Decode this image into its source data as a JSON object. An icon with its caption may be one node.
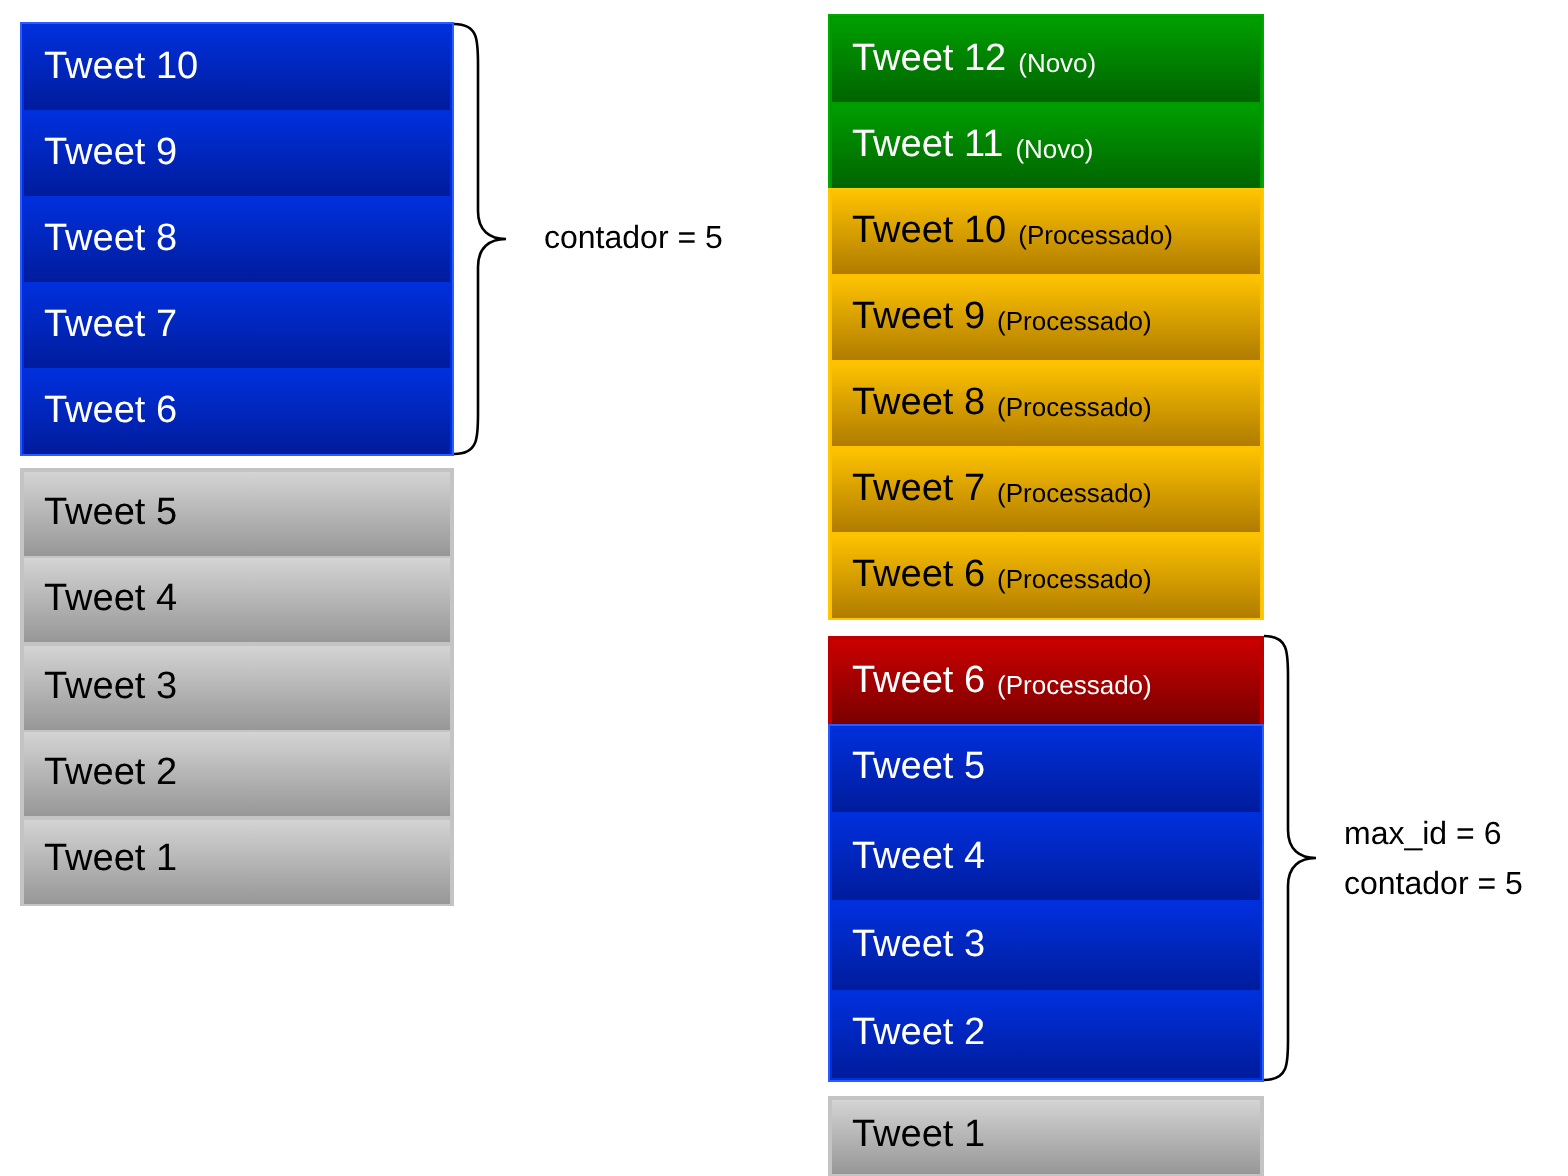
{
  "diagram": {
    "nodes": [
      {
        "text": [
          "Tweet 10"
        ]
      },
      {
        "text": [
          "Tweet 9"
        ]
      },
      {
        "text": [
          "Tweet 8"
        ]
      },
      {
        "text": [
          "Tweet 7"
        ]
      },
      {
        "text": [
          "Tweet 6"
        ]
      },
      {
        "text": [
          "Tweet 5"
        ]
      },
      {
        "text": [
          "Tweet 4"
        ]
      },
      {
        "text": [
          "Tweet 3"
        ]
      },
      {
        "text": [
          "Tweet 2"
        ]
      },
      {
        "text": [
          "Tweet 1"
        ]
      },
      {
        "text": [
          "Tweet 12",
          "(Novo)"
        ]
      },
      {
        "text": [
          "Tweet 11",
          "(Novo)"
        ]
      },
      {
        "text": [
          "Tweet 10",
          "(Processado)"
        ]
      },
      {
        "text": [
          "Tweet 9",
          "(Processado)"
        ]
      },
      {
        "text": [
          "Tweet 8",
          "(Processado)"
        ]
      },
      {
        "text": [
          "Tweet 7",
          "(Processado)"
        ]
      },
      {
        "text": [
          "Tweet 6",
          "(Processado)"
        ]
      },
      {
        "text": [
          "Tweet 6",
          "(Processado)"
        ]
      },
      {
        "text": [
          "Tweet 5"
        ]
      },
      {
        "text": [
          "Tweet 4"
        ]
      },
      {
        "text": [
          "Tweet 3"
        ]
      },
      {
        "text": [
          "Tweet 2"
        ]
      },
      {
        "text": [
          "Tweet 1"
        ]
      }
    ],
    "labels": [
      "contador = 5",
      "max_id = 6",
      "contador = 5"
    ]
  }
}
